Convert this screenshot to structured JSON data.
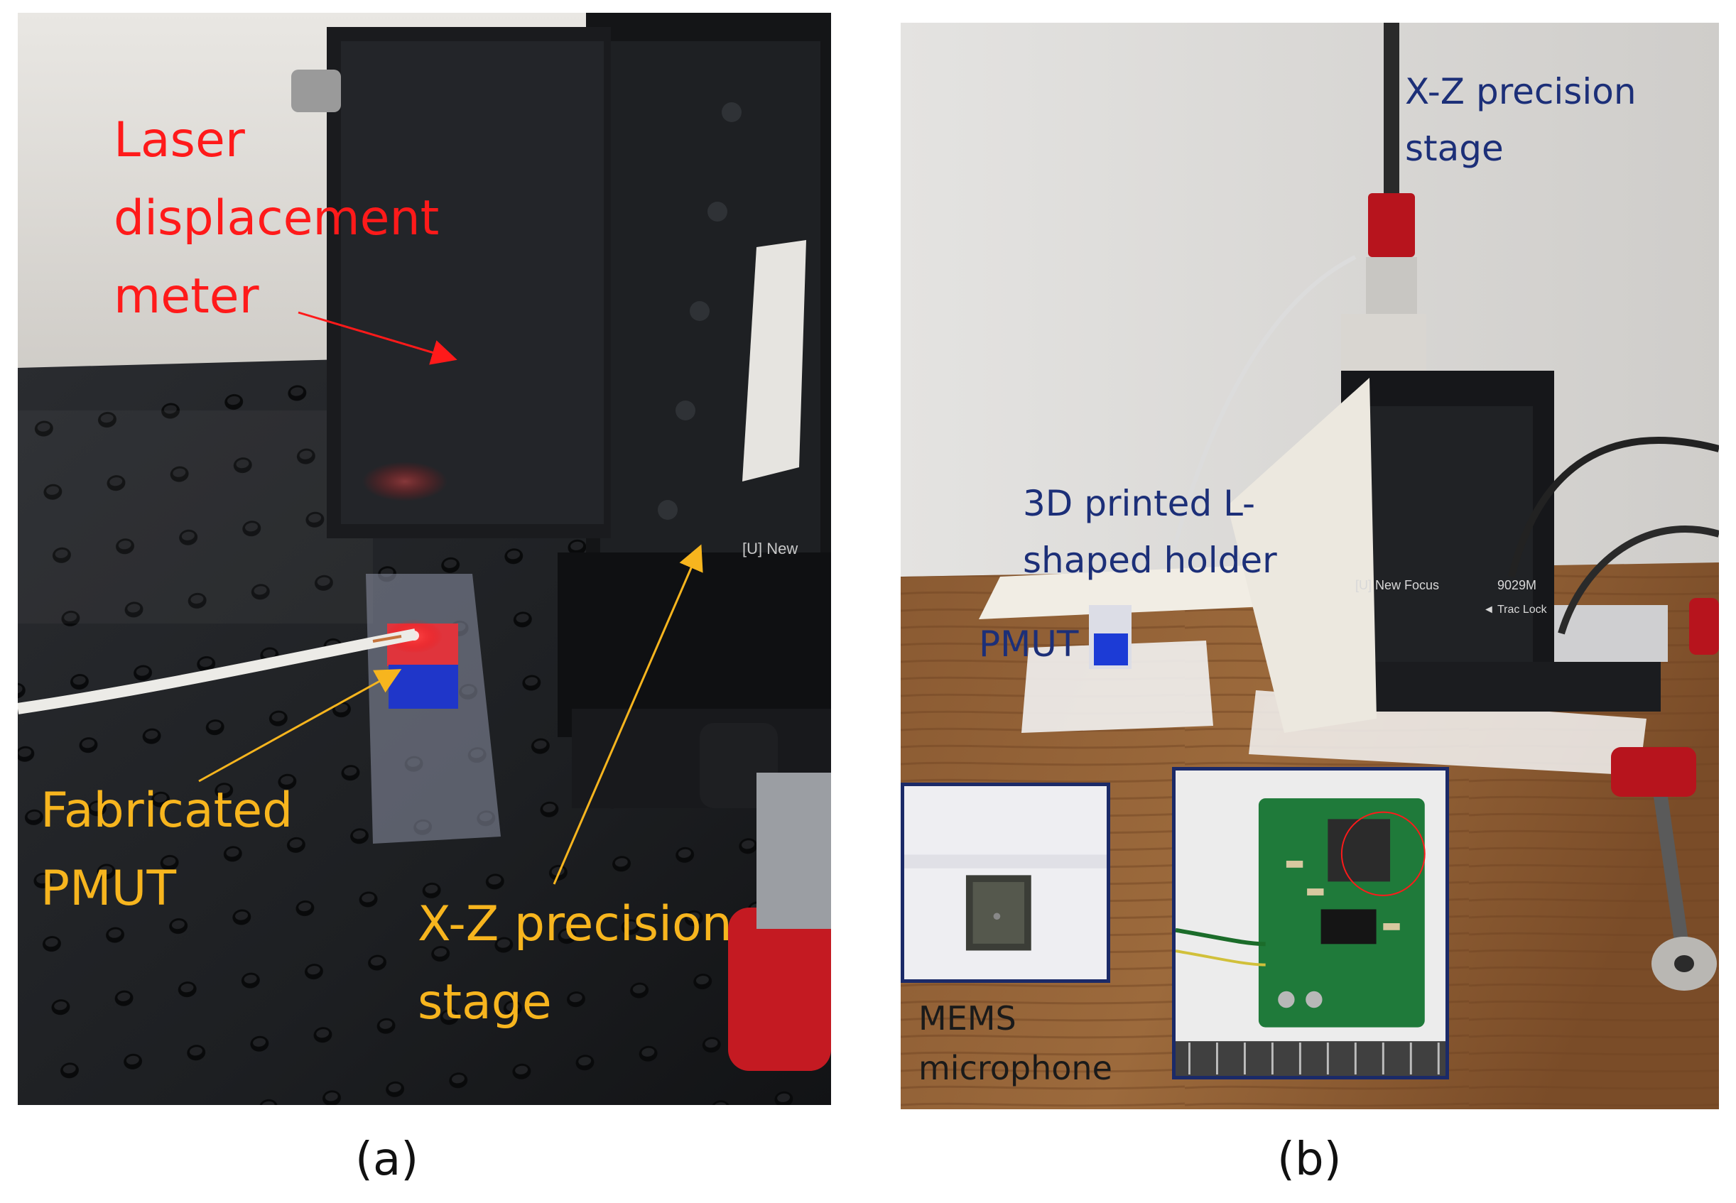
{
  "figure": {
    "panel_a": {
      "caption": "(a)",
      "labels": {
        "laser_line1": "Laser",
        "laser_line2": "displacement",
        "laser_line3": "meter",
        "pmut_line1": "Fabricated",
        "pmut_line2": "PMUT",
        "stage_line1": "X-Z precision",
        "stage_line2": "stage"
      },
      "device_text": "[U] New"
    },
    "panel_b": {
      "caption": "(b)",
      "labels": {
        "stage_line1": "X-Z precision",
        "stage_line2": "stage",
        "holder_line1": "3D printed L-",
        "holder_line2": "shaped holder",
        "pmut": "PMUT",
        "mems_line1": "MEMS",
        "mems_line2": "microphone"
      },
      "device_text_1": "[U] New Focus",
      "device_text_2": "9029M",
      "device_text_3": "◄ Trac Lock"
    },
    "colors": {
      "red_label": "#ff1a1a",
      "amber_label": "#f7b51e",
      "navy_label": "#1c2f78",
      "inset_border": "#1b2a68"
    }
  }
}
